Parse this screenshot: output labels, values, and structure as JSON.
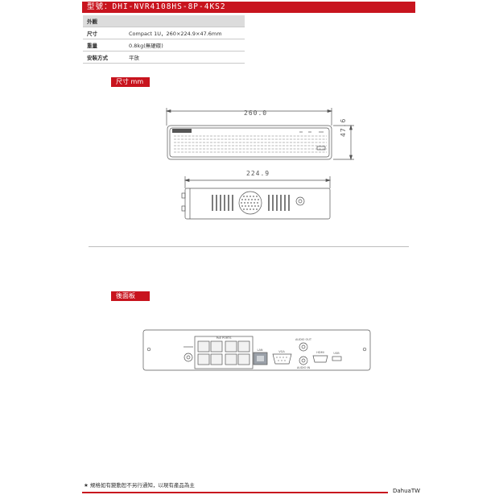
{
  "header": {
    "model_label": "型號：DHI-NVR4108HS-8P-4KS2"
  },
  "specs": {
    "section_title": "外觀",
    "rows": [
      {
        "key": "尺寸",
        "value": "Compact 1U，260×224.9×47.6mm"
      },
      {
        "key": "重量",
        "value": "0.8kg(無硬碟)"
      },
      {
        "key": "安裝方式",
        "value": "平放"
      }
    ]
  },
  "dimension_section": {
    "tag": "尺寸 mm",
    "width_label": "260.0",
    "height_label": "47.6",
    "depth_label": "224.9"
  },
  "rear_section": {
    "tag": "後面板",
    "port_labels": {
      "poe": "PoE PORTS",
      "lan": "LAN",
      "vga": "VGA",
      "audio_out": "AUDIO OUT",
      "audio_in": "AUDIO IN",
      "hdmi": "HDMI",
      "usb": "USB"
    }
  },
  "footer": {
    "note": "★ 規格如有變動恕不另行通知，以現有產品為主",
    "brand": "DahuaTW"
  },
  "colors": {
    "accent": "#c8141e",
    "line": "#555555"
  }
}
